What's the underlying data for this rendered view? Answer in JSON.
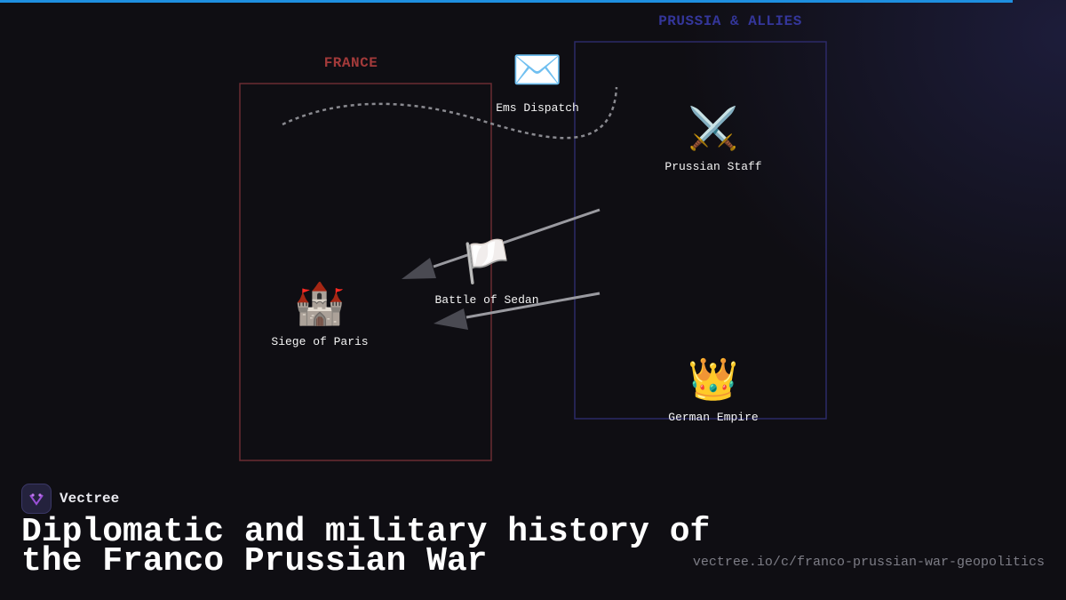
{
  "groups": {
    "france": {
      "label": "FRANCE",
      "color": "#a33a3a"
    },
    "prussia": {
      "label": "PRUSSIA & ALLIES",
      "color": "#34369a"
    }
  },
  "nodes": {
    "ems": {
      "icon": "envelope-icon",
      "glyph": "✉️",
      "label": "Ems Dispatch"
    },
    "staff": {
      "icon": "crossed-swords-icon",
      "glyph": "⚔️",
      "label": "Prussian Staff"
    },
    "sedan": {
      "icon": "white-flag-icon",
      "glyph": "🏳️",
      "label": "Battle of Sedan"
    },
    "paris": {
      "icon": "castle-icon",
      "glyph": "🏰",
      "label": "Siege of Paris"
    },
    "empire": {
      "icon": "crown-icon",
      "glyph": "👑",
      "label": "German Empire"
    }
  },
  "brand": {
    "name": "Vectree",
    "logo": "vectree-logo-icon"
  },
  "title": "Diplomatic and military history of the Franco Prussian War",
  "url": "vectree.io/c/franco-prussian-war-geopolitics",
  "colors": {
    "accent": "#1e8fe0",
    "background": "#0f0e13",
    "edge": "#8a8a90"
  }
}
